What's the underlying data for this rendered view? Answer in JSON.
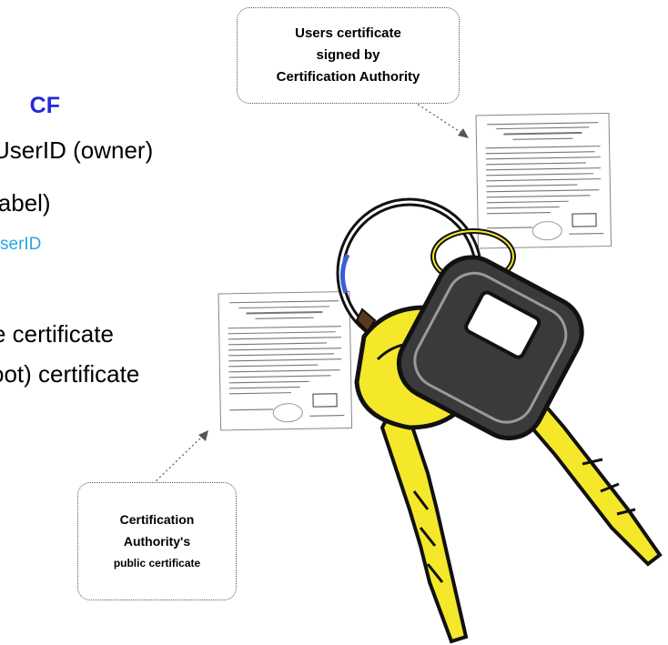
{
  "heading": {
    "text": "CF",
    "color": "#1f2bd9"
  },
  "lines": [
    {
      "text": "UserID (owner)",
      "color": "#000000"
    },
    {
      "text": "label)",
      "color": "#000000"
    },
    {
      "text": "serID",
      "color": "#2aa5e6"
    },
    {
      "text": "e certificate",
      "color": "#000000"
    },
    {
      "text": "oot) certificate",
      "color": "#000000"
    }
  ],
  "callouts": {
    "user": {
      "lines": [
        "Users certificate",
        "signed by",
        "Certification Authority"
      ]
    },
    "ca": {
      "lines": [
        "Certification",
        "Authority's",
        "public certificate"
      ]
    }
  },
  "icons": {
    "keys": "keys-icon",
    "certificate_user": "certificate-document-icon",
    "certificate_ca": "certificate-document-icon"
  },
  "colors": {
    "key_yellow": "#f5e82a",
    "key_dark": "#2b2b2b"
  }
}
